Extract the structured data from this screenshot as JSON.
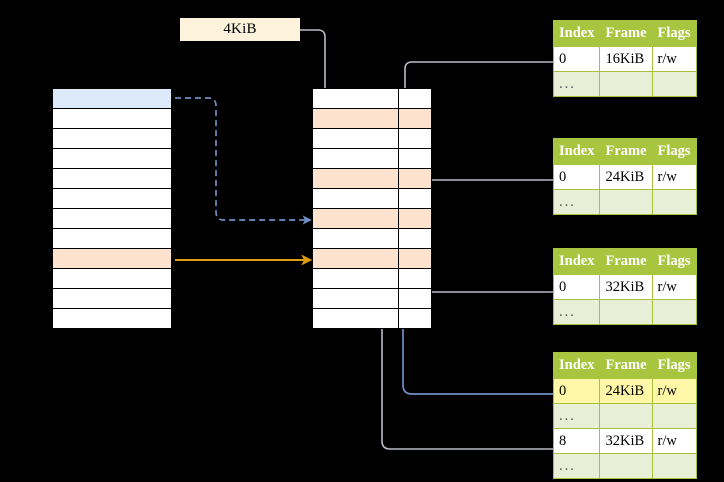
{
  "title": "Multi-level page table translation diagram",
  "page_size_label": {
    "text": "4KiB"
  },
  "colors": {
    "table_header_bg": "#a8c540",
    "table_border": "#a6c13c",
    "ellipsis_row_bg": "#e9eed6",
    "highlight_yellow": "#fff7a8",
    "cell_blue": "#dce9f9",
    "cell_peach": "#fde3cd",
    "label_bg": "#fdf3dc",
    "arrow_orange": "#e09c10",
    "arrow_blue": "#6f8fc4",
    "arrow_gray": "#b3b3b3"
  },
  "virtual_column": {
    "name": "virtual-address-space",
    "row_count": 12,
    "rows": [
      {
        "index": 0,
        "fill": "blue"
      },
      {
        "index": 1,
        "fill": "white"
      },
      {
        "index": 2,
        "fill": "white"
      },
      {
        "index": 3,
        "fill": "white"
      },
      {
        "index": 4,
        "fill": "white"
      },
      {
        "index": 5,
        "fill": "white"
      },
      {
        "index": 6,
        "fill": "white"
      },
      {
        "index": 7,
        "fill": "white"
      },
      {
        "index": 8,
        "fill": "peach"
      },
      {
        "index": 9,
        "fill": "white"
      },
      {
        "index": 10,
        "fill": "white"
      },
      {
        "index": 11,
        "fill": "white"
      }
    ]
  },
  "physical_column": {
    "name": "physical-memory",
    "row_count": 12,
    "rows": [
      {
        "index": 0,
        "fill": "white"
      },
      {
        "index": 1,
        "fill": "peach"
      },
      {
        "index": 2,
        "fill": "white"
      },
      {
        "index": 3,
        "fill": "white"
      },
      {
        "index": 4,
        "fill": "peach"
      },
      {
        "index": 5,
        "fill": "white"
      },
      {
        "index": 6,
        "fill": "peach"
      },
      {
        "index": 7,
        "fill": "white"
      },
      {
        "index": 8,
        "fill": "peach"
      },
      {
        "index": 9,
        "fill": "white"
      },
      {
        "index": 10,
        "fill": "white"
      },
      {
        "index": 11,
        "fill": "white"
      }
    ]
  },
  "tables": [
    {
      "name": "page-table-level-1",
      "headers": [
        "Index",
        "Frame",
        "Flags"
      ],
      "rows": [
        {
          "type": "data",
          "cells": [
            "0",
            "16KiB",
            "r/w"
          ],
          "highlight": [
            false,
            false,
            false
          ]
        },
        {
          "type": "ellipsis",
          "cells": [
            "...",
            "",
            ""
          ],
          "highlight": [
            false,
            false,
            false
          ]
        }
      ]
    },
    {
      "name": "page-table-level-2",
      "headers": [
        "Index",
        "Frame",
        "Flags"
      ],
      "rows": [
        {
          "type": "data",
          "cells": [
            "0",
            "24KiB",
            "r/w"
          ],
          "highlight": [
            false,
            false,
            false
          ]
        },
        {
          "type": "ellipsis",
          "cells": [
            "...",
            "",
            ""
          ],
          "highlight": [
            false,
            false,
            false
          ]
        }
      ]
    },
    {
      "name": "page-table-level-3",
      "headers": [
        "Index",
        "Frame",
        "Flags"
      ],
      "rows": [
        {
          "type": "data",
          "cells": [
            "0",
            "32KiB",
            "r/w"
          ],
          "highlight": [
            false,
            false,
            false
          ]
        },
        {
          "type": "ellipsis",
          "cells": [
            "...",
            "",
            ""
          ],
          "highlight": [
            false,
            false,
            false
          ]
        }
      ]
    },
    {
      "name": "page-table-level-4",
      "headers": [
        "Index",
        "Frame",
        "Flags"
      ],
      "rows": [
        {
          "type": "data",
          "cells": [
            "0",
            "24KiB",
            "r/w"
          ],
          "highlight": [
            true,
            true,
            true
          ]
        },
        {
          "type": "ellipsis",
          "cells": [
            "...",
            "",
            ""
          ],
          "highlight": [
            false,
            false,
            false
          ]
        },
        {
          "type": "data",
          "cells": [
            "8",
            "32KiB",
            "r/w"
          ],
          "highlight": [
            false,
            false,
            false
          ]
        },
        {
          "type": "ellipsis",
          "cells": [
            "...",
            "",
            ""
          ],
          "highlight": [
            false,
            false,
            false
          ]
        }
      ]
    }
  ]
}
